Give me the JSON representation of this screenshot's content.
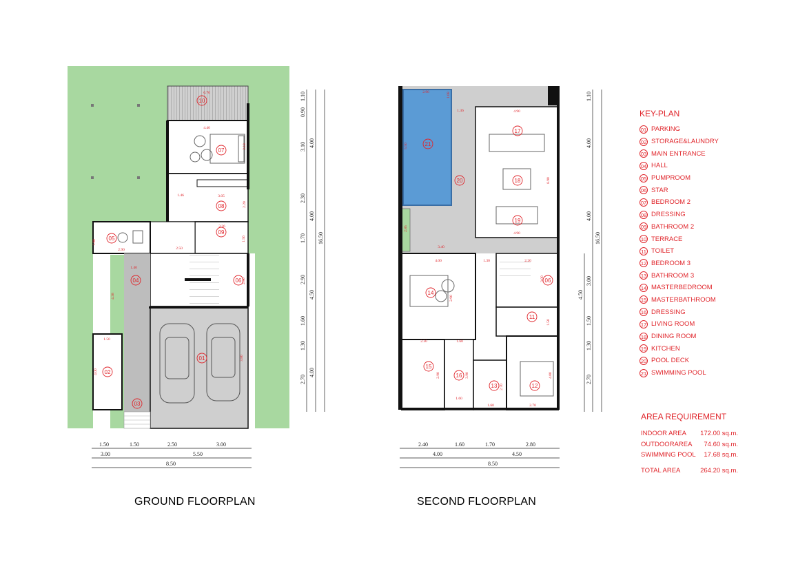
{
  "titles": {
    "ground": "GROUND FLOORPLAN",
    "second": "SECOND FLOORPLAN"
  },
  "keyplan": {
    "title": "KEY-PLAN",
    "items": [
      {
        "num": "01",
        "label": "PARKING"
      },
      {
        "num": "02",
        "label": "STORAGE&LAUNDRY"
      },
      {
        "num": "03",
        "label": "MAIN ENTRANCE"
      },
      {
        "num": "04",
        "label": "HALL"
      },
      {
        "num": "05",
        "label": "PUMPROOM"
      },
      {
        "num": "06",
        "label": "STAR"
      },
      {
        "num": "07",
        "label": "BEDROOM 2"
      },
      {
        "num": "08",
        "label": "DRESSING"
      },
      {
        "num": "09",
        "label": "BATHROOM 2"
      },
      {
        "num": "10",
        "label": "TERRACE"
      },
      {
        "num": "11",
        "label": "TOILET"
      },
      {
        "num": "12",
        "label": "BEDROOM 3"
      },
      {
        "num": "13",
        "label": "BATHROOM 3"
      },
      {
        "num": "14",
        "label": "MASTERBEDROOM"
      },
      {
        "num": "15",
        "label": "MASTERBATHROOM"
      },
      {
        "num": "16",
        "label": "DRESSING"
      },
      {
        "num": "17",
        "label": "LIVING ROOM"
      },
      {
        "num": "18",
        "label": "DINING ROOM"
      },
      {
        "num": "19",
        "label": "KITCHEN"
      },
      {
        "num": "20",
        "label": "POOL DECK"
      },
      {
        "num": "21",
        "label": "SWIMMING POOL"
      }
    ]
  },
  "area": {
    "title": "AREA REQUIREMENT",
    "rows": [
      {
        "label": "INDOOR AREA",
        "value": "172.00 sq.m."
      },
      {
        "label": "OUTDOORAREA",
        "value": "74.60 sq.m."
      },
      {
        "label": "SWIMMING POOL",
        "value": "17.68 sq.m."
      }
    ],
    "total": {
      "label": "TOTAL AREA",
      "value": "264.20 sq.m."
    }
  },
  "ground": {
    "dims_bottom_1": [
      "1.50",
      "1.50",
      "2.50",
      "3.00"
    ],
    "dims_bottom_2": [
      "3.00",
      "5.50"
    ],
    "dims_bottom_3": [
      "8.50"
    ],
    "dims_right_1": [
      "1.10",
      "0.90",
      "3.10",
      "2.30",
      "1.70",
      "2.90",
      "1.60",
      "1.30",
      "2.70"
    ],
    "dims_right_2": [
      "4.00",
      "4.00",
      "4.50",
      "4.00"
    ],
    "dims_right_3": "16.50",
    "inner_dims": [
      "6.70",
      "4.40",
      "3.18",
      "3.05",
      "1.46",
      "2.20",
      "3.26",
      "1.56",
      "2.90",
      "1.90",
      "2.50",
      "1.40",
      "4.38",
      "2.90",
      "1.50",
      "4.00",
      "3.80"
    ],
    "room_tags": [
      "10",
      "07",
      "08",
      "09",
      "05",
      "04",
      "06",
      "01",
      "02",
      "03"
    ]
  },
  "second": {
    "dims_bottom_1": [
      "2.40",
      "1.60",
      "1.70",
      "2.80"
    ],
    "dims_bottom_2": [
      "4.00",
      "4.50"
    ],
    "dims_bottom_3": [
      "8.50"
    ],
    "dims_right_1": [
      "1.10",
      "4.00",
      "4.00",
      "3.00",
      "1.50",
      "1.30",
      "2.70"
    ],
    "dims_right_2": [
      "4.50"
    ],
    "dims_right_3": "16.50",
    "inner_dims": [
      "2.90",
      "1.08",
      "1.36",
      "4.90",
      "5.50",
      "8.90",
      "4.90",
      "2.85",
      "3.40",
      "4.00",
      "1.30",
      "2.20",
      "3.00",
      "2.30",
      "1.60",
      "2.90",
      "3.90",
      "1.60",
      "2.70",
      "1.60",
      "2.70",
      "4.00",
      "1.50",
      "2.90"
    ],
    "room_tags": [
      "21",
      "20",
      "17",
      "18",
      "19",
      "14",
      "06",
      "11",
      "15",
      "16",
      "13",
      "12"
    ]
  }
}
